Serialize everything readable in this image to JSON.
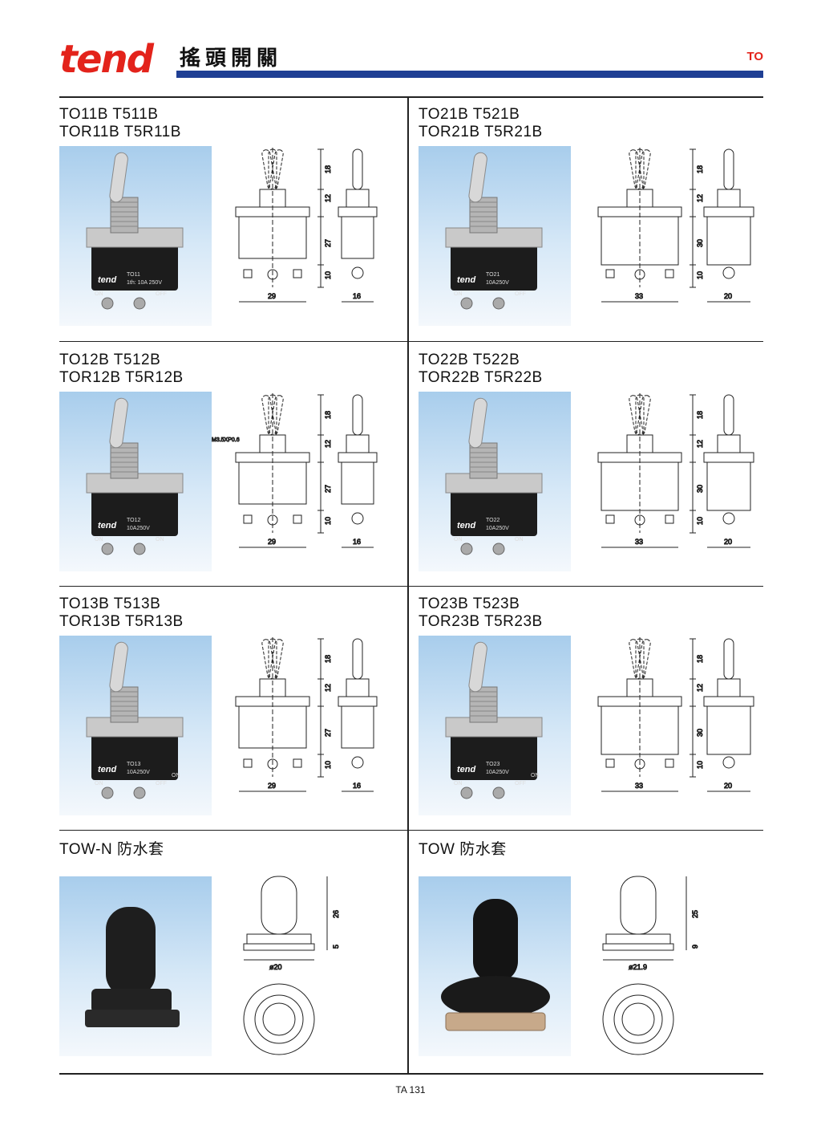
{
  "header": {
    "brand": "tend",
    "title_cn": "搖頭開關",
    "series_code": "TO",
    "brand_color": "#e3231b",
    "bar_color": "#1f3f94"
  },
  "products": [
    {
      "title": "TO11B T511B\nTOR11B T5R11B",
      "kind": "toggle-small",
      "photo_text": [
        "tend",
        "TO11",
        "1th: 10A 250V",
        "ON",
        "OFF"
      ],
      "dims": {
        "d1": "18",
        "d2": "12",
        "d3": "27",
        "d4": "10",
        "w1": "29",
        "w2": "16"
      }
    },
    {
      "title": "TO21B T521B\nTOR21B T5R21B",
      "kind": "toggle-large",
      "photo_text": [
        "tend",
        "TO21",
        "10A250V",
        "ON",
        "OFF"
      ],
      "dims": {
        "d1": "18",
        "d2": "12",
        "d3": "30",
        "d4": "10",
        "w1": "33",
        "w2": "20"
      }
    },
    {
      "title": "TO12B T512B\nTOR12B T5R12B",
      "kind": "toggle-small",
      "thread": "M3.5XP0.6",
      "photo_text": [
        "tend",
        "TO12",
        "10A250V",
        "ON",
        "ON"
      ],
      "dims": {
        "d1": "18",
        "d2": "12",
        "d3": "27",
        "d4": "10",
        "w1": "29",
        "w2": "16"
      }
    },
    {
      "title": "TO22B T522B\nTOR22B T5R22B",
      "kind": "toggle-large",
      "photo_text": [
        "tend",
        "TO22",
        "10A250V",
        "ON",
        "ON"
      ],
      "dims": {
        "d1": "18",
        "d2": "12",
        "d3": "30",
        "d4": "10",
        "w1": "33",
        "w2": "20"
      }
    },
    {
      "title": "TO13B T513B\nTOR13B T5R13B",
      "kind": "toggle-small",
      "photo_text": [
        "tend",
        "TO13",
        "10A250V",
        "ON",
        "OFF",
        "ON"
      ],
      "dims": {
        "d1": "18",
        "d2": "12",
        "d3": "27",
        "d4": "10",
        "w1": "29",
        "w2": "16"
      }
    },
    {
      "title": "TO23B T523B\nTOR23B T5R23B",
      "kind": "toggle-large",
      "photo_text": [
        "tend",
        "TO23",
        "10A250V",
        "ON",
        "OFF",
        "ON"
      ],
      "dims": {
        "d1": "18",
        "d2": "12",
        "d3": "30",
        "d4": "10",
        "w1": "33",
        "w2": "20"
      }
    },
    {
      "title": "TOW-N 防水套",
      "kind": "boot-n",
      "dims": {
        "h": "26",
        "b": "5",
        "dia": "ø20"
      }
    },
    {
      "title": "TOW 防水套",
      "kind": "boot",
      "dims": {
        "h": "25",
        "b": "9",
        "dia": "ø21.9"
      }
    }
  ],
  "footer": {
    "page": "TA  131"
  }
}
